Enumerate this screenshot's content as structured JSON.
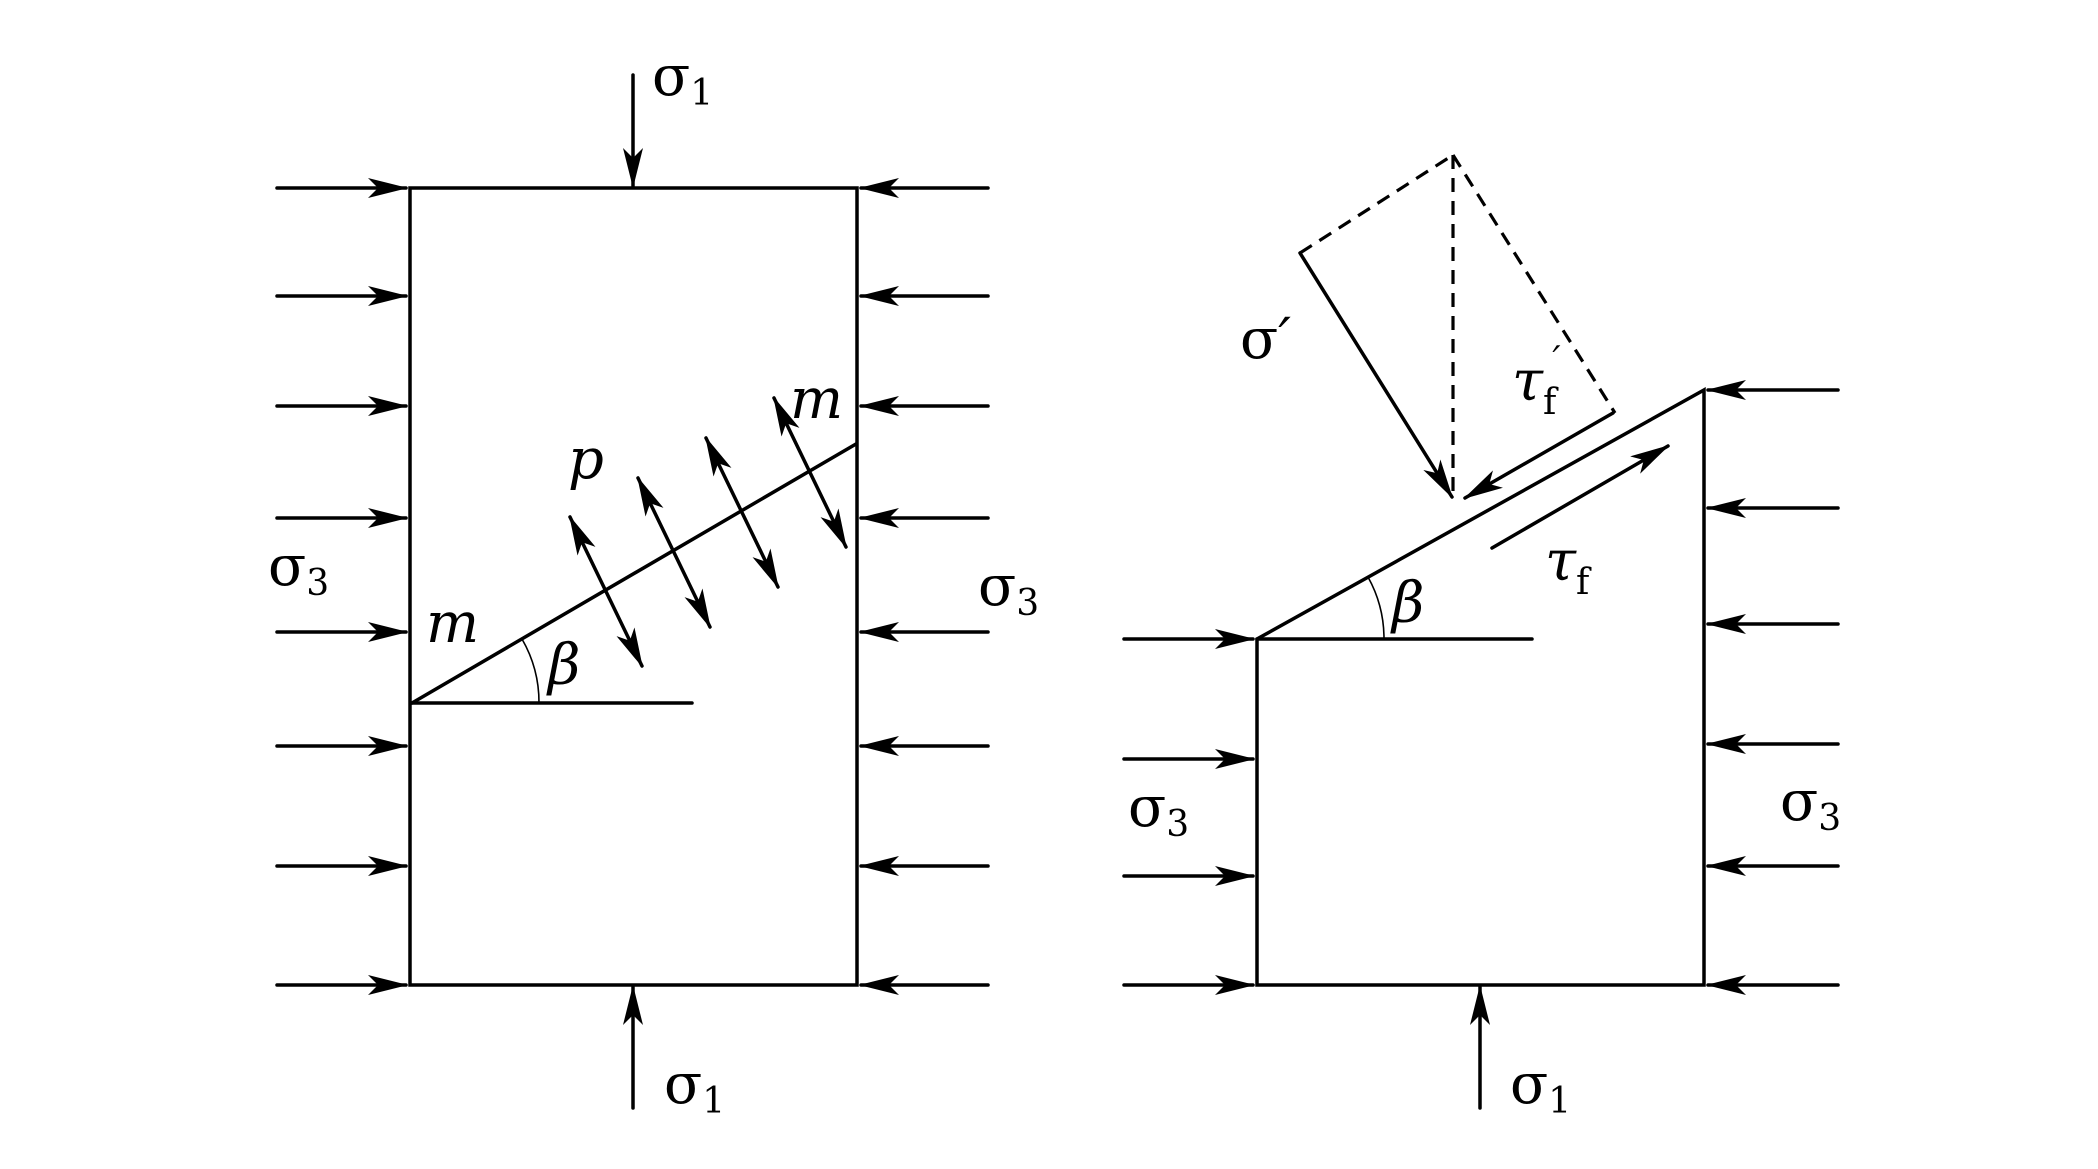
{
  "labels": {
    "sigma": "σ",
    "tau": "τ",
    "prime": "′",
    "sub_1": "1",
    "sub_3": "3",
    "sub_f": "f",
    "m": "m",
    "p": "p",
    "beta": "β"
  }
}
